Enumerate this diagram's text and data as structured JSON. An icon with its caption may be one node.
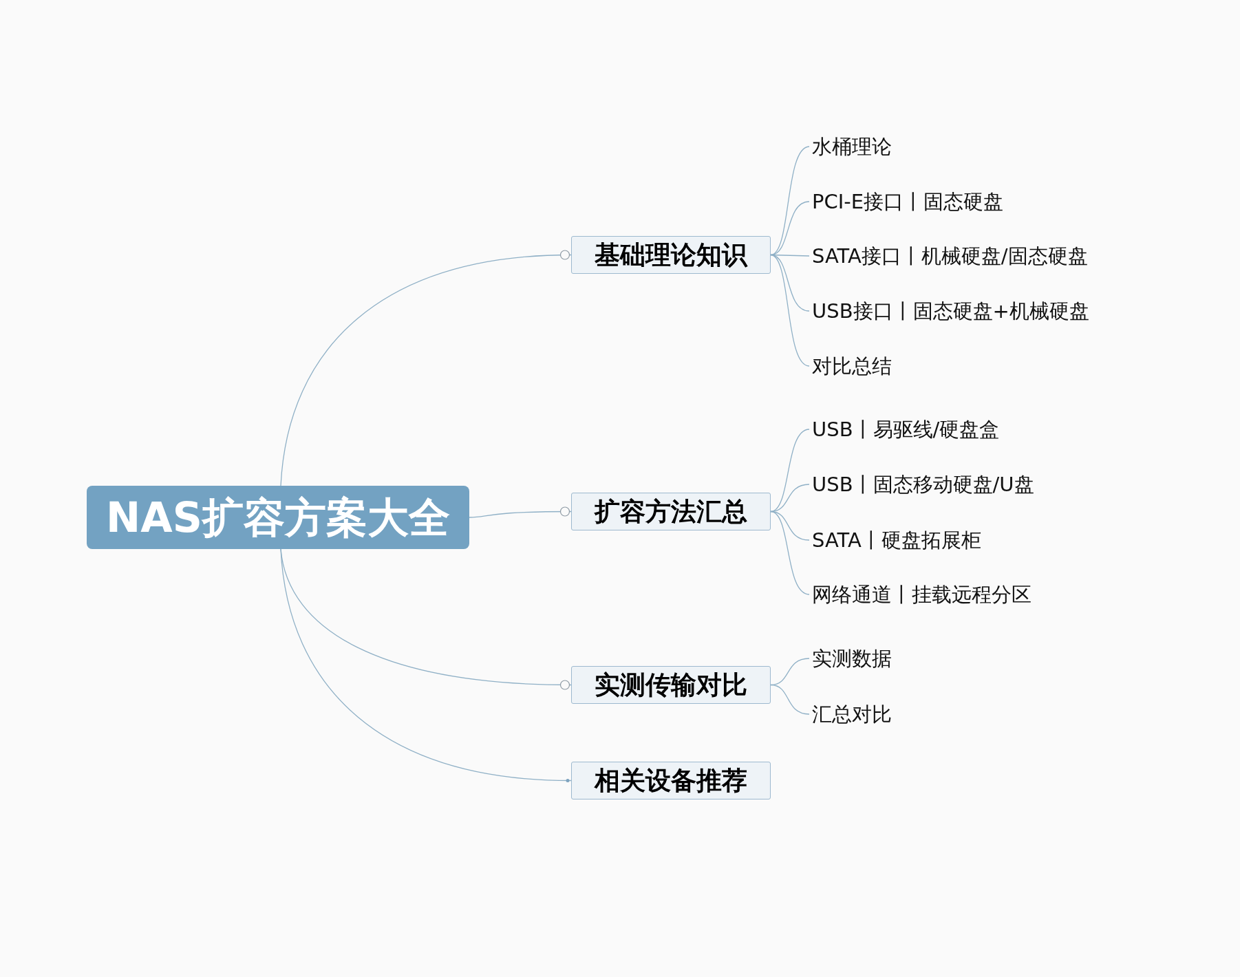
{
  "diagram": {
    "nodes": [
      {
        "text": [
          "NAS扩容方案大全"
        ]
      },
      {
        "text": [
          "基础理论知识"
        ]
      },
      {
        "text": [
          "水桶理论"
        ]
      },
      {
        "text": [
          "PCI-E接口丨固态硬盘"
        ]
      },
      {
        "text": [
          "SATA接口丨机械硬盘/固态硬盘"
        ]
      },
      {
        "text": [
          "USB接口丨固态硬盘+机械硬盘"
        ]
      },
      {
        "text": [
          "对比总结"
        ]
      },
      {
        "text": [
          "扩容方法汇总"
        ]
      },
      {
        "text": [
          "USB丨易驱线/硬盘盒"
        ]
      },
      {
        "text": [
          "USB丨固态移动硬盘/U盘"
        ]
      },
      {
        "text": [
          "SATA丨硬盘拓展柜"
        ]
      },
      {
        "text": [
          "网络通道丨挂载远程分区"
        ]
      },
      {
        "text": [
          "实测传输对比"
        ]
      },
      {
        "text": [
          "实测数据"
        ]
      },
      {
        "text": [
          "汇总对比"
        ]
      },
      {
        "text": [
          "相关设备推荐"
        ]
      }
    ],
    "edges": [
      {
        "from": 0,
        "to": 1,
        "arrow": "none"
      },
      {
        "from": 1,
        "to": 2,
        "arrow": "none"
      },
      {
        "from": 1,
        "to": 3,
        "arrow": "none"
      },
      {
        "from": 1,
        "to": 4,
        "arrow": "none"
      },
      {
        "from": 1,
        "to": 5,
        "arrow": "none"
      },
      {
        "from": 1,
        "to": 6,
        "arrow": "none"
      },
      {
        "from": 0,
        "to": 7,
        "arrow": "none"
      },
      {
        "from": 7,
        "to": 8,
        "arrow": "none"
      },
      {
        "from": 7,
        "to": 9,
        "arrow": "none"
      },
      {
        "from": 7,
        "to": 10,
        "arrow": "none"
      },
      {
        "from": 7,
        "to": 11,
        "arrow": "none"
      },
      {
        "from": 0,
        "to": 12,
        "arrow": "none"
      },
      {
        "from": 12,
        "to": 13,
        "arrow": "none"
      },
      {
        "from": 12,
        "to": 14,
        "arrow": "none"
      },
      {
        "from": 0,
        "to": 15,
        "arrow": "none"
      }
    ]
  }
}
